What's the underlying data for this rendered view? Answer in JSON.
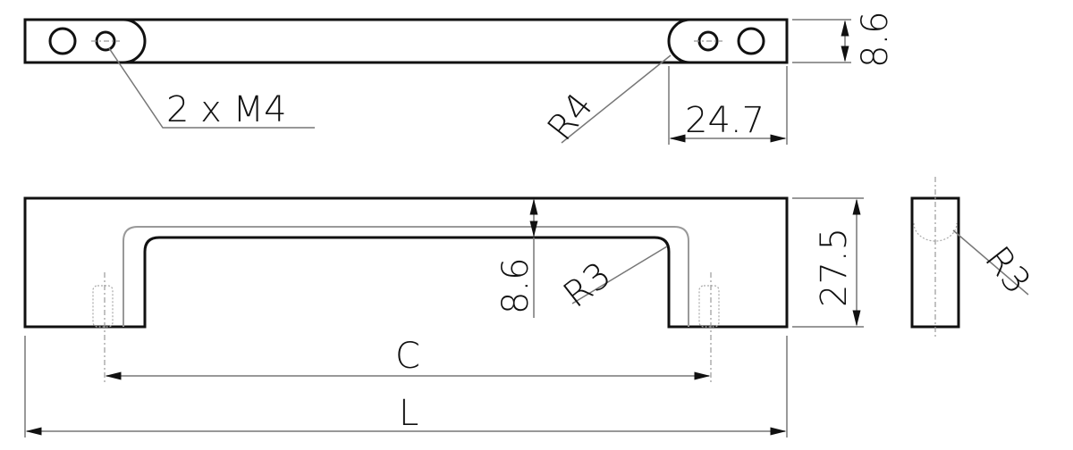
{
  "drawing": {
    "top_view": {
      "thread_label": "2 x M4",
      "radius_label": "R4",
      "hole_offset_label": "24.7",
      "thickness_label": "8.6"
    },
    "front_view": {
      "thickness_label": "8.6",
      "radius_label": "R3",
      "height_label": "27.5",
      "center_distance_label": "C",
      "length_label": "L"
    },
    "side_view": {
      "radius_label": "R3"
    }
  }
}
